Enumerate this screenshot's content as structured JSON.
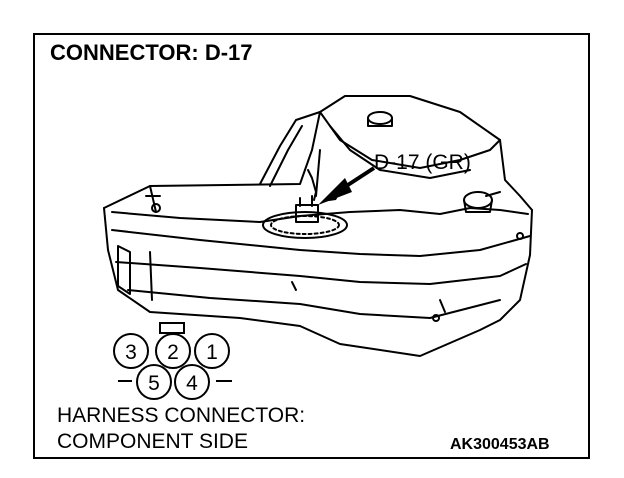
{
  "title": "CONNECTOR: D-17",
  "callout_label": "D-17 (GR)",
  "connector": {
    "top_row_pins": [
      "3",
      "2",
      "1"
    ],
    "bottom_row_pins": [
      "5",
      "4"
    ]
  },
  "caption": {
    "line1": "HARNESS CONNECTOR:",
    "line2": "COMPONENT SIDE"
  },
  "figure_code": "AK300453AB"
}
